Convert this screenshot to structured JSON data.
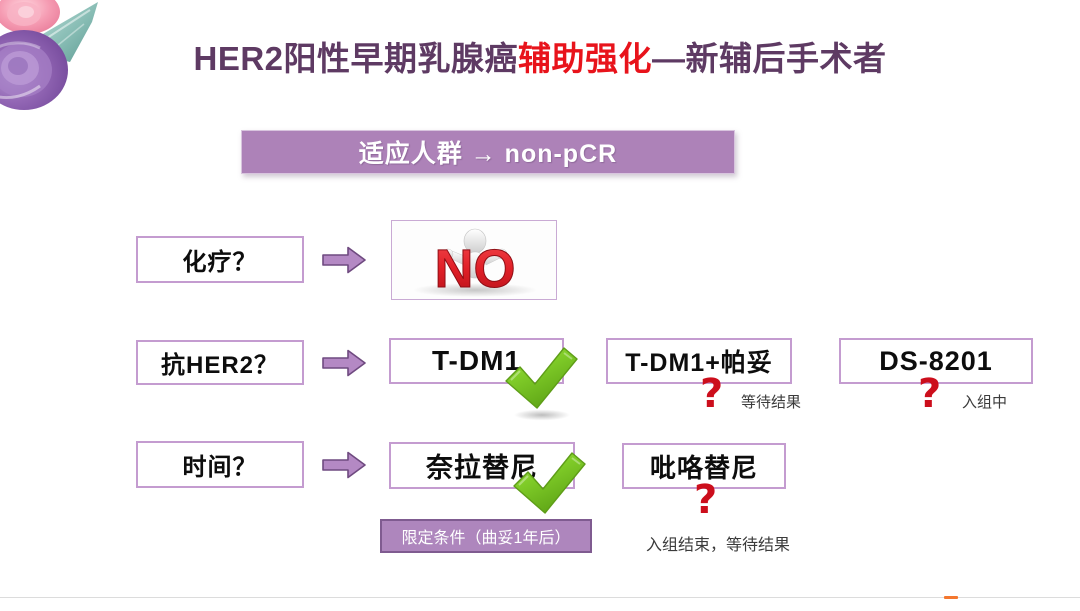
{
  "slide": {
    "title": {
      "part1": "HER2阳性早期乳腺癌",
      "part2": "辅助强化",
      "part3": "—新辅后手术者",
      "color_primary": "#5e3a63",
      "color_accent": "#e8131b"
    },
    "subtitle": {
      "text": "适应人群 → non-pCR",
      "fill_color": "#ad82b8",
      "text_color": "#ffffff"
    }
  },
  "rows": [
    {
      "question": "化疗？",
      "arrow": "right-block-arrow",
      "answer_image": "no-image",
      "answer_image_text": "NO"
    },
    {
      "question": "抗HER2？",
      "arrow": "right-block-arrow",
      "options": [
        {
          "label": "T-DM1",
          "status_mark": "check",
          "note": ""
        },
        {
          "label": "T-DM1+帕妥",
          "status_mark": "question",
          "note": "等待结果"
        },
        {
          "label": "DS-8201",
          "status_mark": "question",
          "note": "入组中"
        }
      ]
    },
    {
      "question": "时间？",
      "arrow": "right-block-arrow",
      "options": [
        {
          "label": "奈拉替尼",
          "status_mark": "check",
          "note": ""
        },
        {
          "label": "吡咯替尼",
          "status_mark": "question",
          "note": "入组结束，等待结果"
        }
      ],
      "condition": "限定条件（曲妥1年后）"
    }
  ],
  "marks": {
    "question_mark": "?",
    "question_color": "#cc0e1c",
    "check_color": "#7ac828"
  },
  "decor": {
    "corner_art": "watercolor-flowers",
    "box_border_color": "#c49cd0",
    "condition_fill": "#ae86bd",
    "footer_mark_color": "#f4772e"
  }
}
